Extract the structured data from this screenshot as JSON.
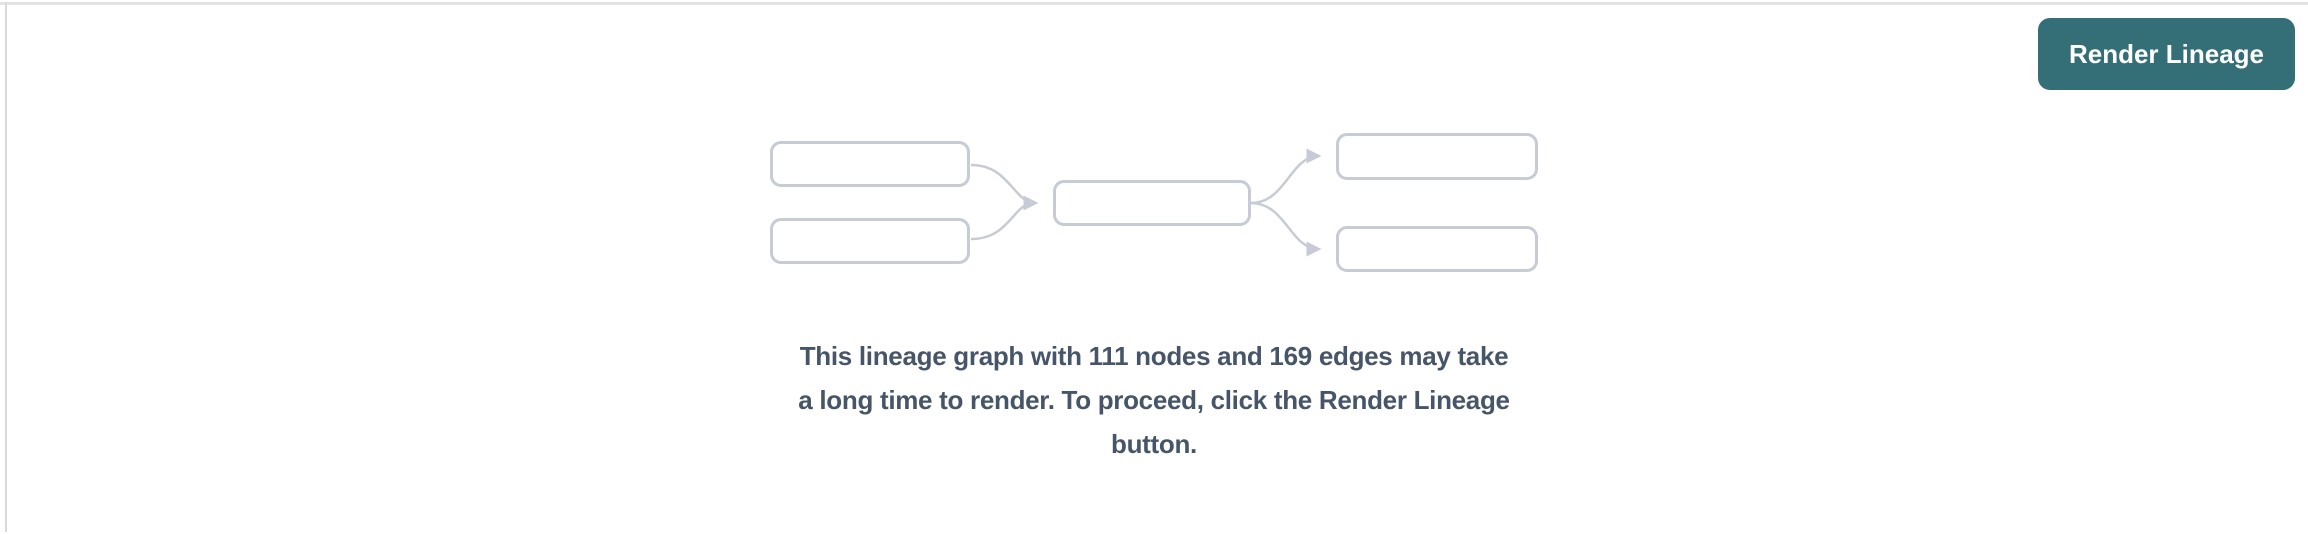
{
  "panel": {
    "background": "#ffffff",
    "top_border_color": "#e3e3e6",
    "left_border_color": "#d9d9dc"
  },
  "toolbar": {
    "render_lineage_label": "Render Lineage",
    "button_background": "#346e76",
    "button_text_color": "#ffffff"
  },
  "illustration": {
    "name": "lineage-graph-placeholder",
    "box_count": 5,
    "arrow_count": 4,
    "box_border_color": "#c6cbd5",
    "arrow_color": "#c6cbd5"
  },
  "message": {
    "full_text": "This lineage graph with 111 nodes and 169 edges may take a long time to render. To proceed, click the Render Lineage button.",
    "lines": [
      "This lineage graph with 111 nodes and 169 edges may take",
      "a long time to render. To proceed, click the Render Lineage",
      "button."
    ],
    "node_count": "111",
    "edge_count": "169",
    "text_color": "#475569"
  }
}
